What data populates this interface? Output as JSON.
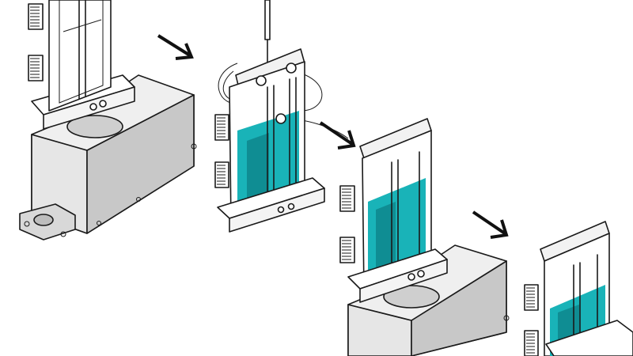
{
  "figure": {
    "description_none": "",
    "colors": {
      "line": "#1a1a1a",
      "housing": "#dcdcdc",
      "housing_side": "#c2c2c2",
      "gel": "#19b3b8",
      "gel_shadow": "#0f8d93",
      "frame": "#ffffff"
    },
    "steps": [
      {
        "id": "step-1",
        "icon": "electrophoresis-unit-with-empty-cassette"
      },
      {
        "id": "step-2",
        "icon": "gel-cassette-being-filled"
      },
      {
        "id": "step-3",
        "icon": "filled-gel-cassette-mounted-on-unit"
      },
      {
        "id": "step-4",
        "icon": "gel-cassette-removed"
      }
    ],
    "arrows": [
      {
        "id": "arrow-1",
        "icon": "arrow-right-down-icon"
      },
      {
        "id": "arrow-2",
        "icon": "arrow-right-down-icon"
      },
      {
        "id": "arrow-3",
        "icon": "arrow-right-down-icon"
      }
    ]
  }
}
